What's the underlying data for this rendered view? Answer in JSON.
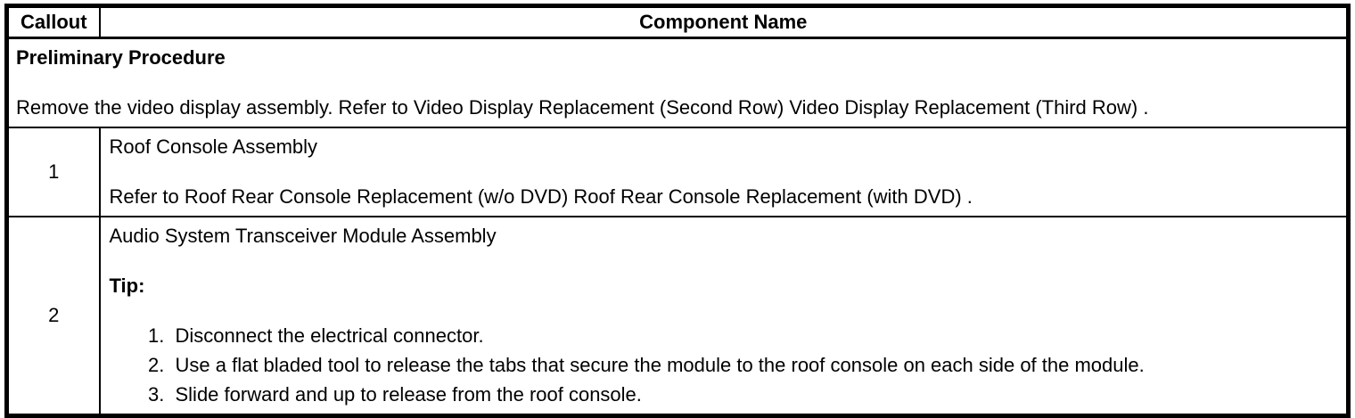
{
  "table": {
    "header": {
      "callout": "Callout",
      "component_name": "Component Name"
    },
    "preliminary": {
      "title": "Preliminary Procedure",
      "text": "Remove the video display assembly. Refer to Video Display Replacement (Second Row) Video Display Replacement (Third Row) ."
    },
    "rows": [
      {
        "callout": "1",
        "name": "Roof Console Assembly",
        "text": "Refer to Roof Rear Console Replacement (w/o DVD) Roof Rear Console Replacement (with DVD) ."
      },
      {
        "callout": "2",
        "name": "Audio System Transceiver Module Assembly",
        "tip_label": "Tip:",
        "steps": [
          "Disconnect the electrical connector.",
          "Use a flat bladed tool to release the tabs that secure the module to the roof console on each side of the module.",
          "Slide forward and up to release from the roof console."
        ]
      }
    ]
  },
  "colors": {
    "border": "#000000",
    "text": "#000000",
    "background": "#ffffff"
  }
}
